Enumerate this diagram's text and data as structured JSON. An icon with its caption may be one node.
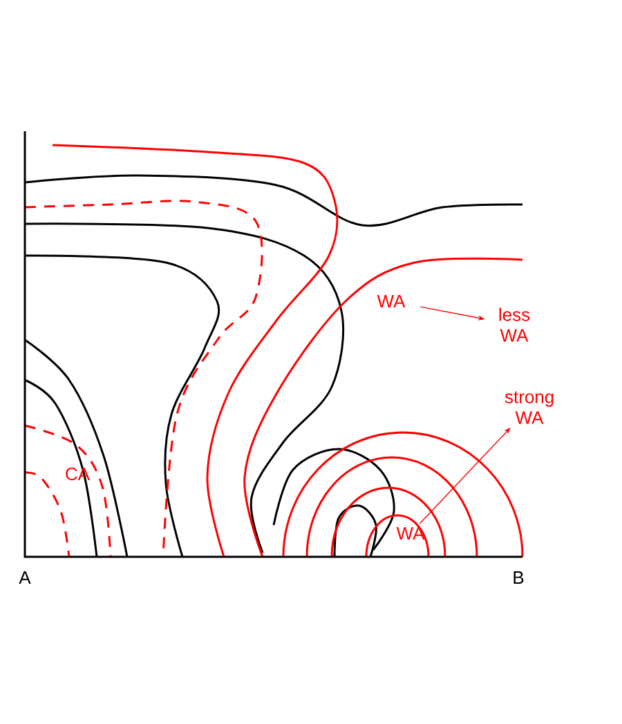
{
  "diagram": {
    "nodes": [
      {
        "text": [
          "WA"
        ]
      },
      {
        "text": [
          "less WA"
        ]
      },
      {
        "text": [
          "strong WA"
        ]
      },
      {
        "text": [
          "WA"
        ]
      }
    ],
    "edges": [
      {
        "from": 0,
        "to": 1,
        "arrow": "to"
      },
      {
        "from": 3,
        "to": 2,
        "arrow": "to"
      }
    ],
    "labels": [
      "A",
      "B",
      "CA"
    ]
  }
}
